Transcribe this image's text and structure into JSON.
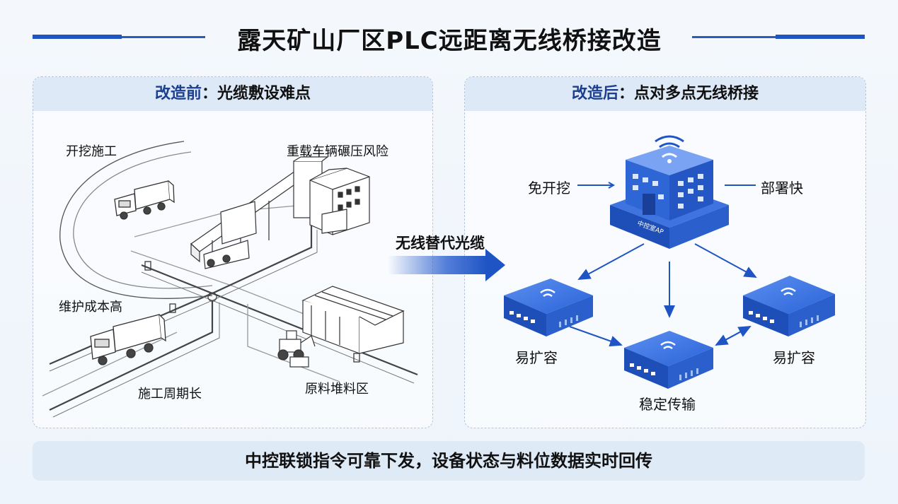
{
  "title": "露天矿山厂区PLC远距离无线桥接改造",
  "left_panel": {
    "header_prefix": "改造前",
    "header_suffix": "：光缆敷设难点",
    "labels": {
      "excavation": "开挖施工",
      "heavy_vehicle": "重载车辆碾压风险",
      "maintenance_cost": "维护成本高",
      "construction_period": "施工周期长",
      "material_yard": "原料堆料区"
    }
  },
  "arrow_label": "无线替代光缆",
  "right_panel": {
    "header_prefix": "改造后",
    "header_suffix": "：点对多点无线桥接",
    "hub_caption": "中控室AP",
    "labels": {
      "no_excavation": "免开挖",
      "fast_deploy": "部署快",
      "easy_expand_left": "易扩容",
      "easy_expand_right": "易扩容",
      "stable_transmission": "稳定传输"
    }
  },
  "bottom_text": "中控联锁指令可靠下发，设备状态与料位数据实时回传",
  "colors": {
    "accent": "#1f54c4",
    "device_blue": "#2a63d8",
    "header_bg": "#dde9f7"
  }
}
